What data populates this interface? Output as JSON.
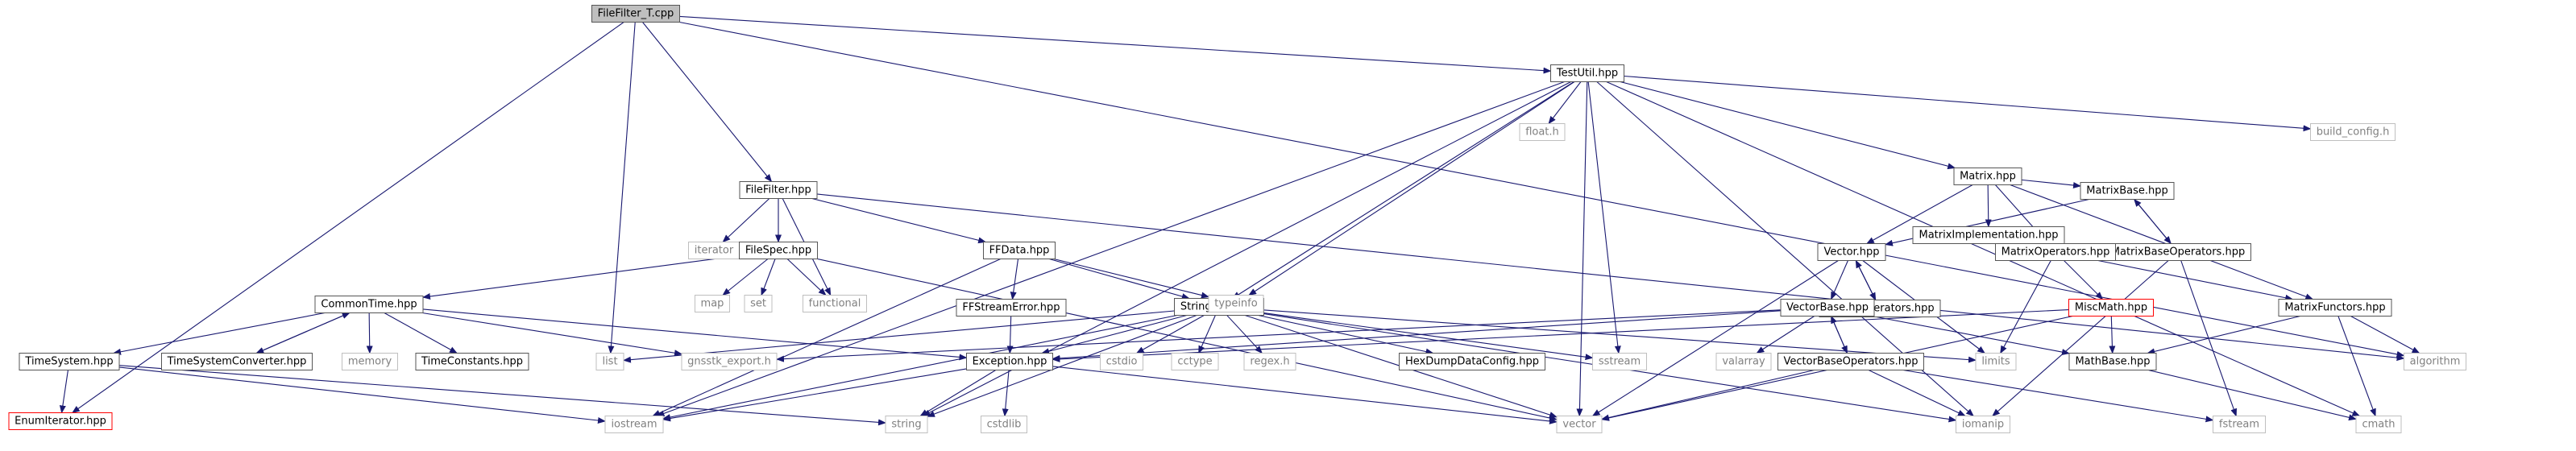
{
  "graph": {
    "nodes": [
      {
        "id": "filefilter_t",
        "label": "FileFilter_T.cpp",
        "kind": "root"
      },
      {
        "id": "testutil",
        "label": "TestUtil.hpp",
        "kind": "header"
      },
      {
        "id": "floath",
        "label": "float.h",
        "kind": "system"
      },
      {
        "id": "build_config",
        "label": "build_config.h",
        "kind": "system"
      },
      {
        "id": "matrix",
        "label": "Matrix.hpp",
        "kind": "header"
      },
      {
        "id": "matriximpl",
        "label": "MatrixImplementation.hpp",
        "kind": "header"
      },
      {
        "id": "matrixbase",
        "label": "MatrixBase.hpp",
        "kind": "header"
      },
      {
        "id": "matrixbaseops",
        "label": "MatrixBaseOperators.hpp",
        "kind": "header"
      },
      {
        "id": "vector_hpp",
        "label": "Vector.hpp",
        "kind": "header"
      },
      {
        "id": "matrixops",
        "label": "MatrixOperators.hpp",
        "kind": "header"
      },
      {
        "id": "vectorops",
        "label": "VectorOperators.hpp",
        "kind": "header"
      },
      {
        "id": "miscmath",
        "label": "MiscMath.hpp",
        "kind": "incomplete"
      },
      {
        "id": "matrixfunctors",
        "label": "MatrixFunctors.hpp",
        "kind": "header"
      },
      {
        "id": "vectorbase",
        "label": "VectorBase.hpp",
        "kind": "header"
      },
      {
        "id": "valarray",
        "label": "valarray",
        "kind": "system"
      },
      {
        "id": "vectorbaseops",
        "label": "VectorBaseOperators.hpp",
        "kind": "header"
      },
      {
        "id": "mathbase",
        "label": "MathBase.hpp",
        "kind": "header"
      },
      {
        "id": "limits",
        "label": "limits",
        "kind": "system"
      },
      {
        "id": "filefilter_hpp",
        "label": "FileFilter.hpp",
        "kind": "header"
      },
      {
        "id": "iterator",
        "label": "iterator",
        "kind": "system"
      },
      {
        "id": "filespec",
        "label": "FileSpec.hpp",
        "kind": "header"
      },
      {
        "id": "map",
        "label": "map",
        "kind": "system"
      },
      {
        "id": "set",
        "label": "set",
        "kind": "system"
      },
      {
        "id": "functional",
        "label": "functional",
        "kind": "system"
      },
      {
        "id": "ffdata",
        "label": "FFData.hpp",
        "kind": "header"
      },
      {
        "id": "ffstreamerror",
        "label": "FFStreamError.hpp",
        "kind": "header"
      },
      {
        "id": "stringutils",
        "label": "StringUtils.hpp",
        "kind": "header"
      },
      {
        "id": "typeinfo",
        "label": "typeinfo",
        "kind": "system"
      },
      {
        "id": "commontime",
        "label": "CommonTime.hpp",
        "kind": "header"
      },
      {
        "id": "timesystem",
        "label": "TimeSystem.hpp",
        "kind": "header"
      },
      {
        "id": "tsconverter",
        "label": "TimeSystemConverter.hpp",
        "kind": "header"
      },
      {
        "id": "memory",
        "label": "memory",
        "kind": "system"
      },
      {
        "id": "timeconstants",
        "label": "TimeConstants.hpp",
        "kind": "header"
      },
      {
        "id": "list",
        "label": "list",
        "kind": "system"
      },
      {
        "id": "gnsstk_export",
        "label": "gnsstk_export.h",
        "kind": "system"
      },
      {
        "id": "exception",
        "label": "Exception.hpp",
        "kind": "header"
      },
      {
        "id": "cstdio",
        "label": "cstdio",
        "kind": "system"
      },
      {
        "id": "cctype",
        "label": "cctype",
        "kind": "system"
      },
      {
        "id": "regexh",
        "label": "regex.h",
        "kind": "system"
      },
      {
        "id": "hexdump",
        "label": "HexDumpDataConfig.hpp",
        "kind": "header"
      },
      {
        "id": "sstream",
        "label": "sstream",
        "kind": "system"
      },
      {
        "id": "enumiterator",
        "label": "EnumIterator.hpp",
        "kind": "incomplete"
      },
      {
        "id": "iostream",
        "label": "iostream",
        "kind": "system"
      },
      {
        "id": "string",
        "label": "string",
        "kind": "system"
      },
      {
        "id": "cstdlib",
        "label": "cstdlib",
        "kind": "system"
      },
      {
        "id": "vector_std",
        "label": "vector",
        "kind": "system"
      },
      {
        "id": "iomanip",
        "label": "iomanip",
        "kind": "system"
      },
      {
        "id": "fstream",
        "label": "fstream",
        "kind": "system"
      },
      {
        "id": "cmath",
        "label": "cmath",
        "kind": "system"
      },
      {
        "id": "algorithm",
        "label": "algorithm",
        "kind": "system"
      }
    ],
    "edges": [
      [
        "filefilter_t",
        "testutil"
      ],
      [
        "filefilter_t",
        "filefilter_hpp"
      ],
      [
        "filefilter_t",
        "list"
      ],
      [
        "filefilter_t",
        "enumiterator"
      ],
      [
        "filefilter_t",
        "algorithm"
      ],
      [
        "testutil",
        "floath"
      ],
      [
        "testutil",
        "build_config"
      ],
      [
        "testutil",
        "matrix"
      ],
      [
        "testutil",
        "stringutils"
      ],
      [
        "testutil",
        "typeinfo"
      ],
      [
        "testutil",
        "sstream"
      ],
      [
        "testutil",
        "vector_std"
      ],
      [
        "testutil",
        "iostream"
      ],
      [
        "testutil",
        "string"
      ],
      [
        "testutil",
        "iomanip"
      ],
      [
        "testutil",
        "cmath"
      ],
      [
        "matrix",
        "matriximpl"
      ],
      [
        "matrix",
        "matrixbase"
      ],
      [
        "matrix",
        "vector_hpp"
      ],
      [
        "matrix",
        "matrixops"
      ],
      [
        "matrix",
        "matrixfunctors"
      ],
      [
        "matrixbase",
        "matrixbaseops"
      ],
      [
        "matrixbaseops",
        "matrixbase"
      ],
      [
        "matrixbaseops",
        "iomanip"
      ],
      [
        "matrixbaseops",
        "fstream"
      ],
      [
        "matrixbase",
        "vector_hpp"
      ],
      [
        "vector_hpp",
        "vectorops"
      ],
      [
        "vectorops",
        "vector_hpp"
      ],
      [
        "vector_hpp",
        "vectorbase"
      ],
      [
        "vector_hpp",
        "limits"
      ],
      [
        "vector_hpp",
        "vector_std"
      ],
      [
        "matrixops",
        "miscmath"
      ],
      [
        "matrixops",
        "matrixfunctors"
      ],
      [
        "matrixops",
        "limits"
      ],
      [
        "miscmath",
        "mathbase"
      ],
      [
        "miscmath",
        "exception"
      ],
      [
        "miscmath",
        "vector_std"
      ],
      [
        "matrixfunctors",
        "mathbase"
      ],
      [
        "matrixfunctors",
        "cmath"
      ],
      [
        "matrixfunctors",
        "algorithm"
      ],
      [
        "vectorbase",
        "valarray"
      ],
      [
        "vectorbase",
        "vectorbaseops"
      ],
      [
        "vectorbaseops",
        "vectorbase"
      ],
      [
        "vectorbase",
        "mathbase"
      ],
      [
        "vectorbase",
        "exception"
      ],
      [
        "vectorbase",
        "gnsstk_export"
      ],
      [
        "vectorbaseops",
        "vector_std"
      ],
      [
        "vectorbaseops",
        "iomanip"
      ],
      [
        "vectorbaseops",
        "fstream"
      ],
      [
        "mathbase",
        "cmath"
      ],
      [
        "filefilter_hpp",
        "iterator"
      ],
      [
        "filefilter_hpp",
        "filespec"
      ],
      [
        "filefilter_hpp",
        "functional"
      ],
      [
        "filefilter_hpp",
        "ffdata"
      ],
      [
        "filefilter_hpp",
        "algorithm"
      ],
      [
        "filespec",
        "map"
      ],
      [
        "filespec",
        "set"
      ],
      [
        "filespec",
        "functional"
      ],
      [
        "filespec",
        "commontime"
      ],
      [
        "filespec",
        "vector_std"
      ],
      [
        "ffdata",
        "ffstreamerror"
      ],
      [
        "ffdata",
        "stringutils"
      ],
      [
        "ffdata",
        "typeinfo"
      ],
      [
        "ffdata",
        "iostream"
      ],
      [
        "ffstreamerror",
        "exception"
      ],
      [
        "stringutils",
        "exception"
      ],
      [
        "stringutils",
        "cstdio"
      ],
      [
        "stringutils",
        "cctype"
      ],
      [
        "stringutils",
        "regexh"
      ],
      [
        "stringutils",
        "hexdump"
      ],
      [
        "stringutils",
        "sstream"
      ],
      [
        "stringutils",
        "string"
      ],
      [
        "stringutils",
        "iostream"
      ],
      [
        "stringutils",
        "vector_std"
      ],
      [
        "stringutils",
        "iomanip"
      ],
      [
        "stringutils",
        "list"
      ],
      [
        "stringutils",
        "limits"
      ],
      [
        "commontime",
        "timesystem"
      ],
      [
        "commontime",
        "tsconverter"
      ],
      [
        "tsconverter",
        "commontime"
      ],
      [
        "commontime",
        "memory"
      ],
      [
        "commontime",
        "timeconstants"
      ],
      [
        "commontime",
        "exception"
      ],
      [
        "commontime",
        "gnsstk_export"
      ],
      [
        "timesystem",
        "enumiterator"
      ],
      [
        "timesystem",
        "iostream"
      ],
      [
        "timesystem",
        "string"
      ],
      [
        "exception",
        "iostream"
      ],
      [
        "exception",
        "string"
      ],
      [
        "exception",
        "cstdlib"
      ],
      [
        "exception",
        "vector_std"
      ]
    ]
  },
  "colors": {
    "edge": "#191970",
    "node_border": "#555555",
    "system_border": "#bfbfbf",
    "incomplete_border": "#ff0000",
    "root_fill": "#bfbfbf",
    "text": "#000000",
    "system_text": "#808080"
  }
}
